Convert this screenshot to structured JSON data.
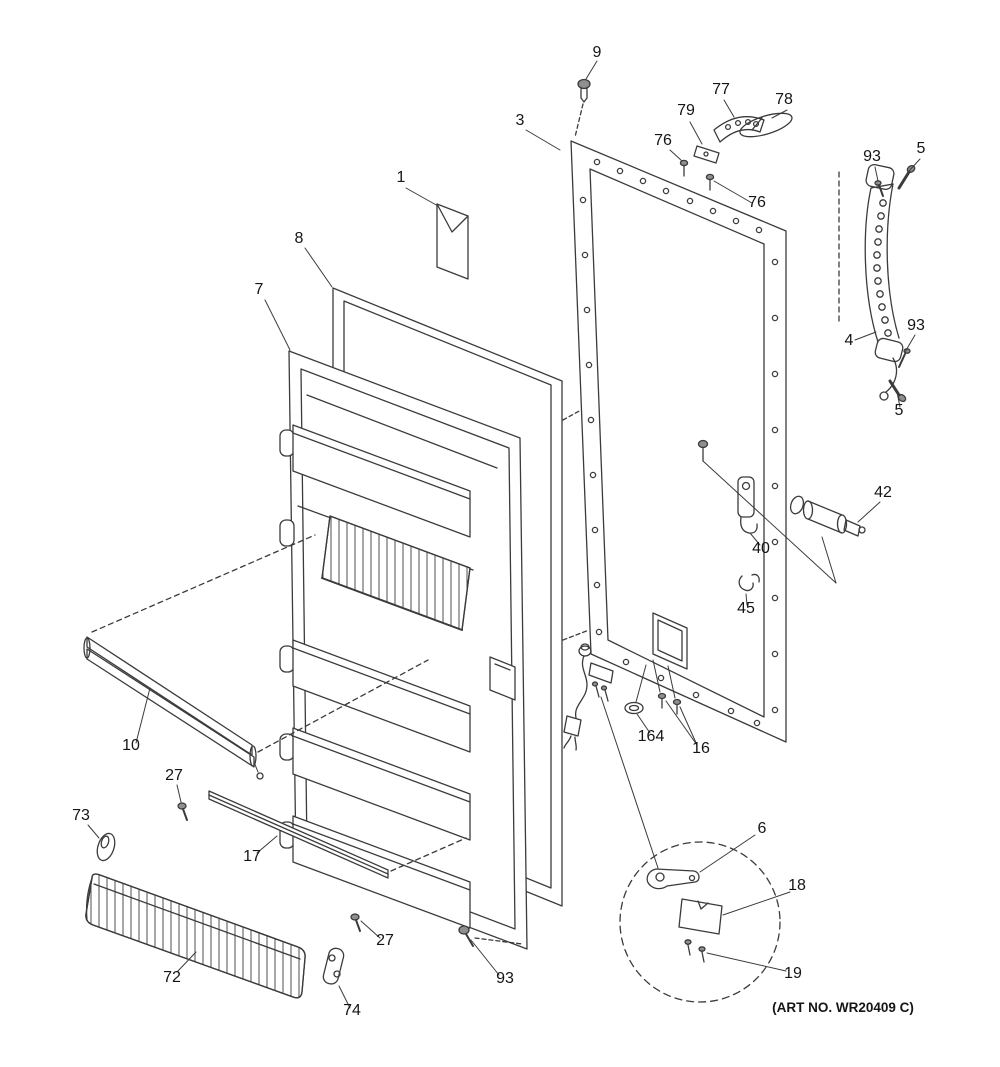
{
  "page": {
    "background": "#ffffff",
    "line_color": "#3b3b3b",
    "text_color": "#151515",
    "art_no": "(ART NO. WR20409 C)"
  },
  "diagram": {
    "callouts": [
      {
        "id": "callout-9",
        "text": "9"
      },
      {
        "id": "callout-3",
        "text": "3"
      },
      {
        "id": "callout-1",
        "text": "1"
      },
      {
        "id": "callout-8",
        "text": "8"
      },
      {
        "id": "callout-7",
        "text": "7"
      },
      {
        "id": "callout-76-a",
        "text": "76"
      },
      {
        "id": "callout-79",
        "text": "79"
      },
      {
        "id": "callout-77",
        "text": "77"
      },
      {
        "id": "callout-78",
        "text": "78"
      },
      {
        "id": "callout-76-b",
        "text": "76"
      },
      {
        "id": "callout-93-top",
        "text": "93"
      },
      {
        "id": "callout-5-top",
        "text": "5"
      },
      {
        "id": "callout-4",
        "text": "4"
      },
      {
        "id": "callout-93-mid",
        "text": "93"
      },
      {
        "id": "callout-5-mid",
        "text": "5"
      },
      {
        "id": "callout-42",
        "text": "42"
      },
      {
        "id": "callout-40",
        "text": "40"
      },
      {
        "id": "callout-45",
        "text": "45"
      },
      {
        "id": "callout-10",
        "text": "10"
      },
      {
        "id": "callout-27-a",
        "text": "27"
      },
      {
        "id": "callout-73",
        "text": "73"
      },
      {
        "id": "callout-17",
        "text": "17"
      },
      {
        "id": "callout-72",
        "text": "72"
      },
      {
        "id": "callout-74",
        "text": "74"
      },
      {
        "id": "callout-27-b",
        "text": "27"
      },
      {
        "id": "callout-93-bottom",
        "text": "93"
      },
      {
        "id": "callout-164",
        "text": "164"
      },
      {
        "id": "callout-16",
        "text": "16"
      },
      {
        "id": "callout-6",
        "text": "6"
      },
      {
        "id": "callout-18",
        "text": "18"
      },
      {
        "id": "callout-19",
        "text": "19"
      }
    ]
  }
}
